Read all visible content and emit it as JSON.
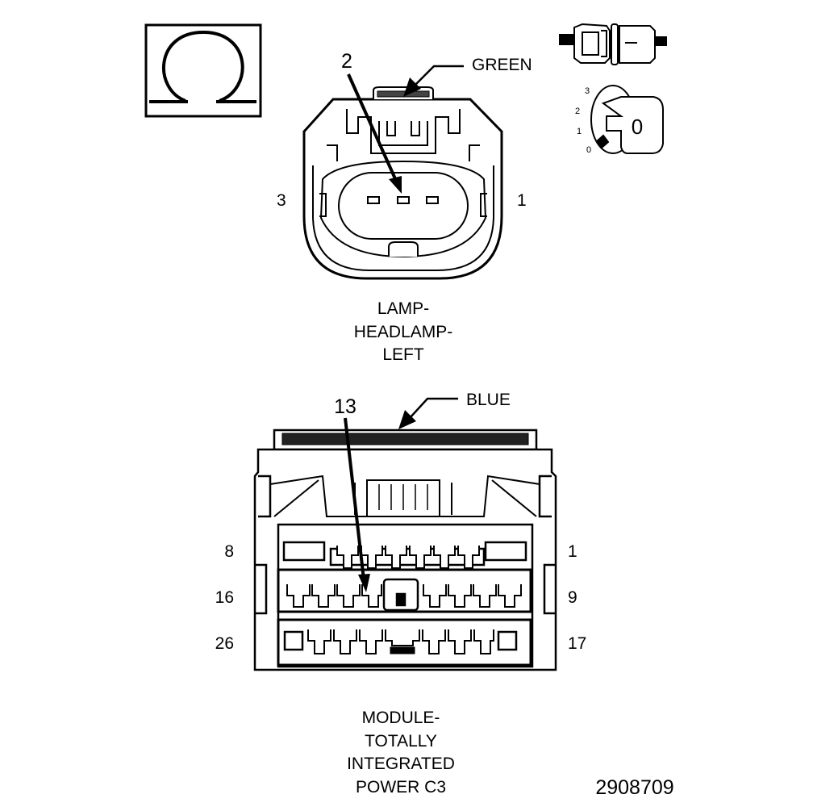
{
  "symbol": {
    "name": "ohm-icon"
  },
  "connector1": {
    "callout_pin": "2",
    "color_label": "GREEN",
    "pin_left": "3",
    "pin_right": "1",
    "title_lines": [
      "LAMP-",
      "HEADLAMP-",
      "LEFT"
    ]
  },
  "connector2": {
    "callout_pin": "13",
    "color_label": "BLUE",
    "row_labels_left": [
      "8",
      "16",
      "26"
    ],
    "row_labels_right": [
      "1",
      "9",
      "17"
    ],
    "title_lines": [
      "MODULE-",
      "TOTALLY",
      "INTEGRATED",
      "POWER C3"
    ]
  },
  "ignition": {
    "positions": [
      "3",
      "2",
      "1",
      "0"
    ],
    "key_state": "0",
    "icon": "ignition-key-icon",
    "switch_icon": "ignition-switch-icon"
  },
  "figure_number": "2908709"
}
